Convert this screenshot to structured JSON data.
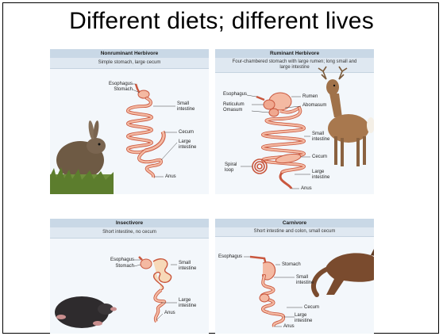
{
  "slide": {
    "title": "Different diets; different lives"
  },
  "panels": [
    {
      "id": "nonruminant",
      "header": "Nonruminant Herbivore",
      "subtitle": "Simple stomach, large cecum",
      "labels": {
        "esophagus": "Esophagus",
        "stomach": "Stomach",
        "small_intestine": "Small\nintestine",
        "cecum": "Cecum",
        "large_intestine": "Large\nintestine",
        "anus": "Anus"
      },
      "animal": "rabbit"
    },
    {
      "id": "ruminant",
      "header": "Ruminant Herbivore",
      "subtitle": "Four-chambered stomach with large rumen; long small and large intestine",
      "labels": {
        "esophagus": "Esophagus",
        "rumen": "Rumen",
        "reticulum": "Reticulum",
        "omasum": "Omasum",
        "abomasum": "Abomasum",
        "small_intestine": "Small\nintestine",
        "cecum": "Cecum",
        "spiral_loop": "Spiral\nloop",
        "large_intestine": "Large\nintestine",
        "anus": "Anus"
      },
      "animal": "deer"
    },
    {
      "id": "insectivore",
      "header": "Insectivore",
      "subtitle": "Short intestine, no cecum",
      "labels": {
        "esophagus": "Esophagus",
        "stomach": "Stomach",
        "small_intestine": "Small\nintestine",
        "large_intestine": "Large\nintestine",
        "anus": "Anus"
      },
      "animal": "mole"
    },
    {
      "id": "carnivore",
      "header": "Carnivore",
      "subtitle": "Short intestine and colon, small cecum",
      "labels": {
        "esophagus": "Esophagus",
        "stomach": "Stomach",
        "small_intestine": "Small\nintestine",
        "cecum": "Cecum",
        "large_intestine": "Large\nintestine",
        "anus": "Anus"
      },
      "animal": "fox"
    }
  ],
  "colors": {
    "gut_fill": "#f4b9a2",
    "gut_stroke": "#c9573e",
    "header_bg": "#c9d8e6",
    "subtitle_bg": "#dfe8f1",
    "panel_bg": "#f3f7fb"
  }
}
